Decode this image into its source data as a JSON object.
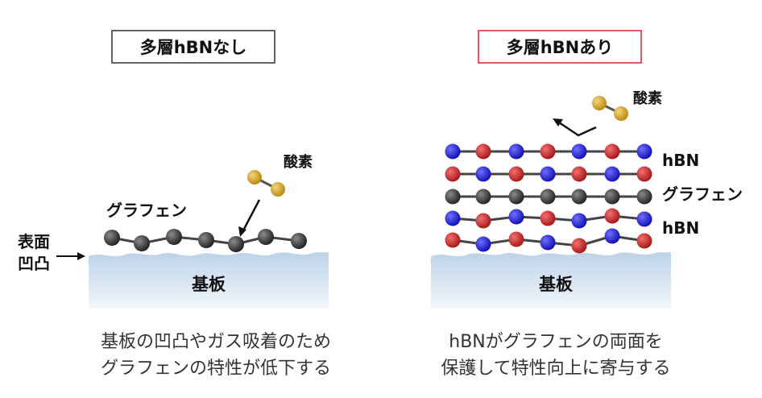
{
  "left_panel": {
    "title": "多層hBNなし",
    "oxygen_label": "酸素",
    "graphene_label": "グラフェン",
    "surface_label_line1": "表面",
    "surface_label_line2": "凹凸",
    "substrate_label": "基板",
    "caption_line1": "基板の凹凸やガス吸着のため",
    "caption_line2": "グラフェンの特性が低下する"
  },
  "right_panel": {
    "title": "多層hBNあり",
    "oxygen_label": "酸素",
    "layer_labels": [
      "hBN",
      "グラフェン",
      "hBN"
    ],
    "substrate_label": "基板",
    "caption_line1": "hBNがグラフェンの両面を",
    "caption_line2": "保護して特性向上に寄与する"
  },
  "colors": {
    "left_title_border": "#333333",
    "right_title_border": "#d9232a",
    "boron_blue": "#1a1ad0",
    "nitrogen_red": "#cc1f1f",
    "carbon_gray": "#333333",
    "oxygen_gold": "#d4a020",
    "substrate_top": "#c8d9ea",
    "substrate_bottom": "#f2f6fb"
  }
}
